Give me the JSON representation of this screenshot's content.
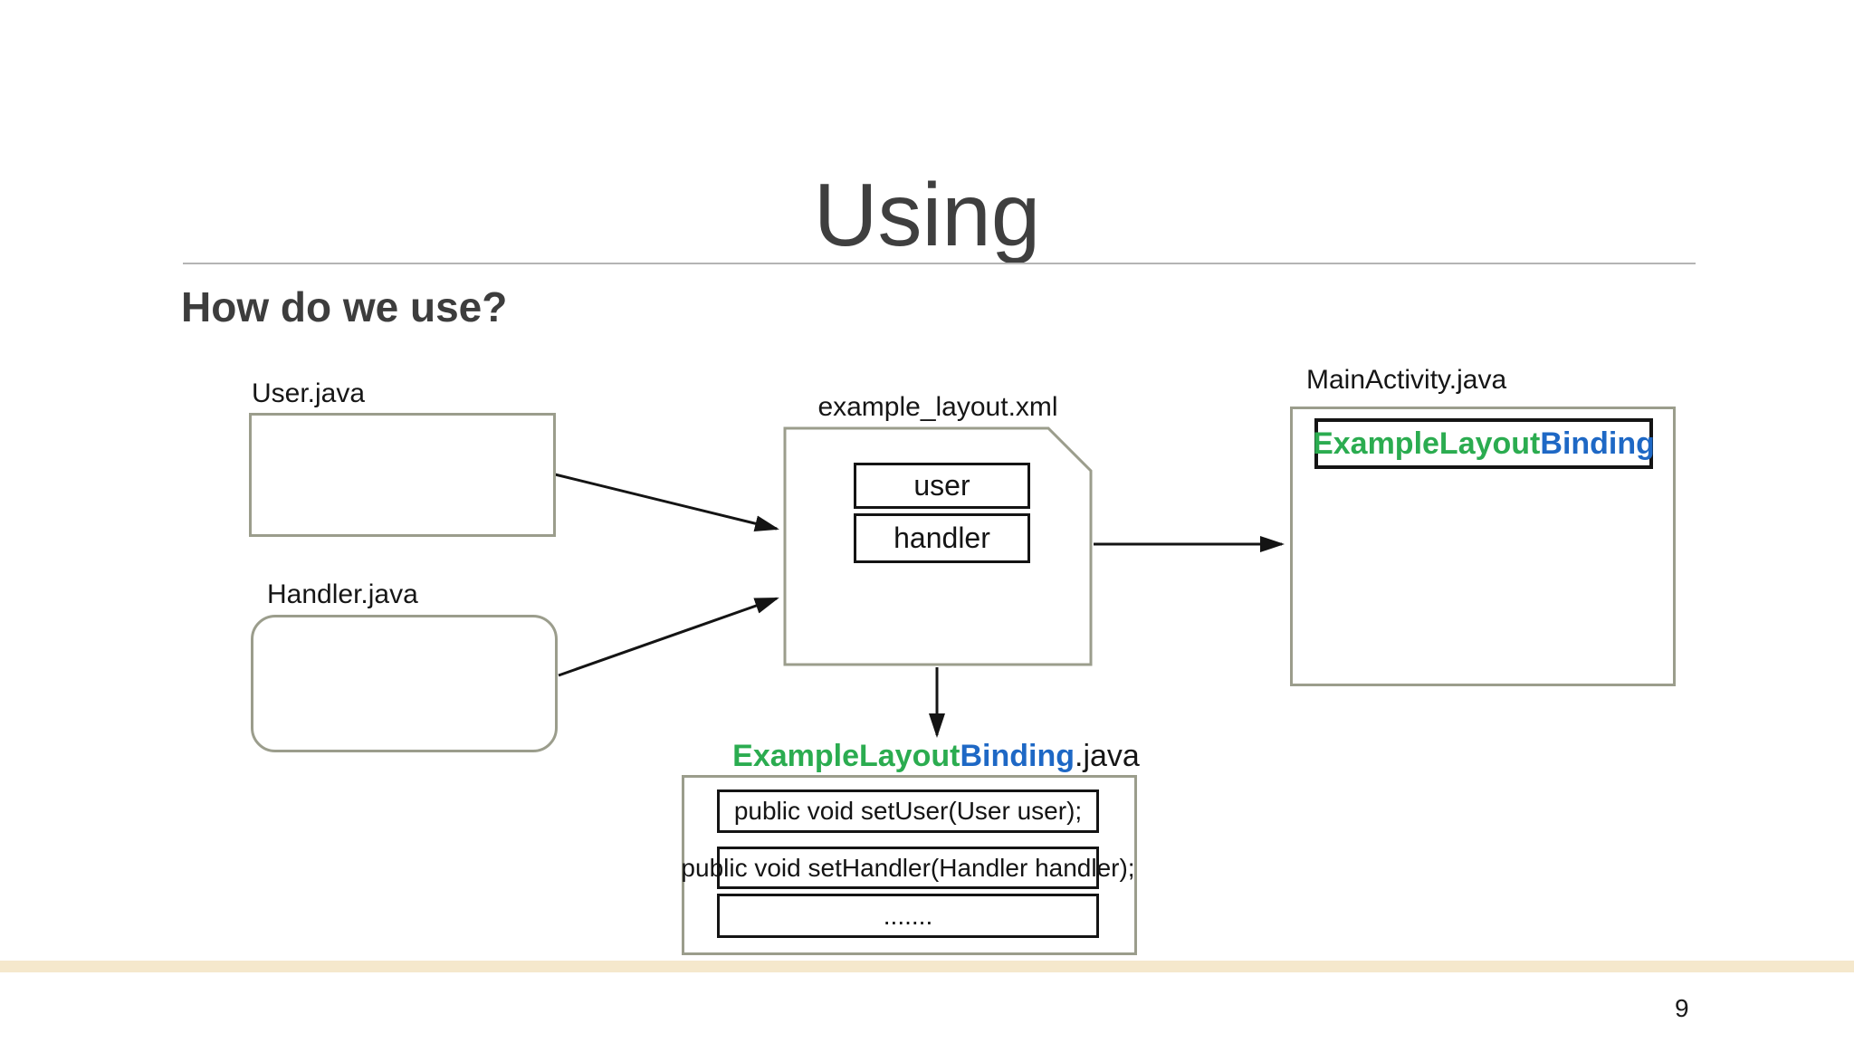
{
  "slide": {
    "title": "Using",
    "heading": "How do we use?",
    "page_number": "9"
  },
  "diagram": {
    "user_file": {
      "label": "User.java"
    },
    "handler_file": {
      "label": "Handler.java"
    },
    "layout_file": {
      "label": "example_layout.xml",
      "variables": [
        "user",
        "handler"
      ]
    },
    "activity_file": {
      "label": "MainActivity.java",
      "binding_name": {
        "green": "ExampleLayout",
        "blue": "Binding"
      }
    },
    "binding_file": {
      "name": {
        "green": "ExampleLayout",
        "blue": "Binding",
        "suffix": ".java"
      },
      "methods": [
        "public void setUser(User user);",
        "public void setHandler(Handler handler);",
        "......."
      ]
    }
  },
  "colors": {
    "green": "#2BAC50",
    "blue": "#1E68C5",
    "title_gray": "#3F3F3F",
    "box_border_olive": "#9B9D8C",
    "footer_stripe": "#F5E8CC"
  }
}
